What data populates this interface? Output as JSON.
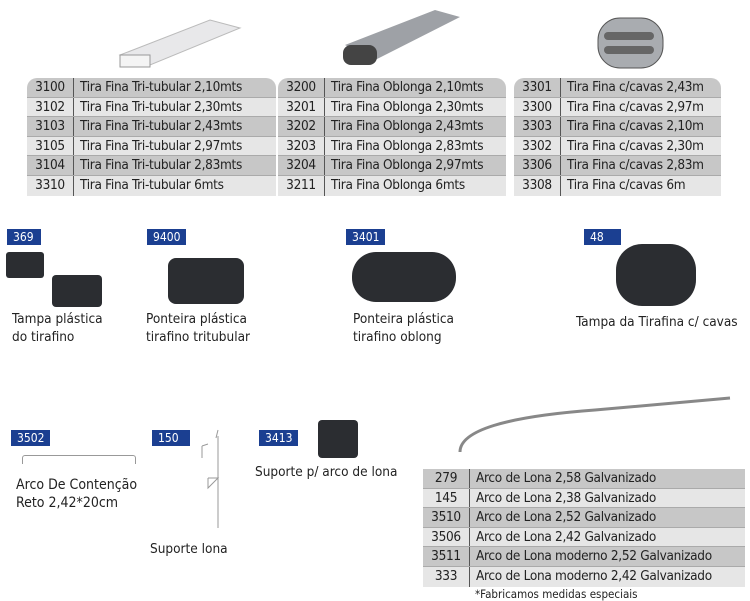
{
  "tables": {
    "trifina": [
      [
        "3100",
        "Tira Fina Tri-tubular 2,10mts"
      ],
      [
        "3102",
        "Tira Fina Tri-tubular 2,30mts"
      ],
      [
        "3103",
        "Tira Fina Tri-tubular 2,43mts"
      ],
      [
        "3105",
        "Tira Fina Tri-tubular 2,97mts"
      ],
      [
        "3104",
        "Tira Fina Tri-tubular 2,83mts"
      ],
      [
        "3310",
        "Tira Fina Tri-tubular 6mts"
      ]
    ],
    "oblonga": [
      [
        "3200",
        "Tira Fina Oblonga 2,10mts"
      ],
      [
        "3201",
        "Tira Fina Oblonga 2,30mts"
      ],
      [
        "3202",
        "Tira Fina Oblonga 2,43mts"
      ],
      [
        "3203",
        "Tira Fina Oblonga 2,83mts"
      ],
      [
        "3204",
        "Tira Fina Oblonga 2,97mts"
      ],
      [
        "3211",
        "Tira Fina Oblonga 6mts"
      ]
    ],
    "cavas": [
      [
        "3301",
        "Tira Fina c/cavas 2,43m"
      ],
      [
        "3300",
        "Tira Fina c/cavas 2,97m"
      ],
      [
        "3303",
        "Tira Fina c/cavas 2,10m"
      ],
      [
        "3302",
        "Tira Fina c/cavas 2,30m"
      ],
      [
        "3306",
        "Tira Fina c/cavas 2,83m"
      ],
      [
        "3308",
        "Tira Fina c/cavas 6m"
      ]
    ],
    "arco": [
      [
        "279",
        "Arco de Lona 2,58 Galvanizado"
      ],
      [
        "145",
        "Arco de Lona 2,38 Galvanizado"
      ],
      [
        "3510",
        "Arco de Lona 2,52 Galvanizado"
      ],
      [
        "3506",
        "Arco de Lona 2,42 Galvanizado"
      ],
      [
        "3511",
        "Arco de Lona moderno 2,52 Galvanizado"
      ],
      [
        "333",
        "Arco de Lona moderno 2,42 Galvanizado"
      ]
    ]
  },
  "note": "*Fabricamos medidas especiais",
  "products": [
    {
      "code": "369",
      "name": "Tampa plástica",
      "name2": "do tirafino"
    },
    {
      "code": "9400",
      "name": "Ponteira plástica",
      "name2": "tirafino tritubular"
    },
    {
      "code": "3401",
      "name": "Ponteira plástica",
      "name2": "tirafino oblong"
    },
    {
      "code": "48",
      "name": "Tampa da Tirafina c/ cavas"
    },
    {
      "code": "3502",
      "name": "Arco De Contenção",
      "name2": "Reto 2,42*20cm"
    },
    {
      "code": "150",
      "name": "Suporte lona"
    },
    {
      "code": "3413",
      "name": "Suporte p/ arco de lona"
    }
  ],
  "colors": {
    "badge": "#1b3f91",
    "row_dark": "#c7c7c7",
    "row_light": "#e6e6e6"
  }
}
